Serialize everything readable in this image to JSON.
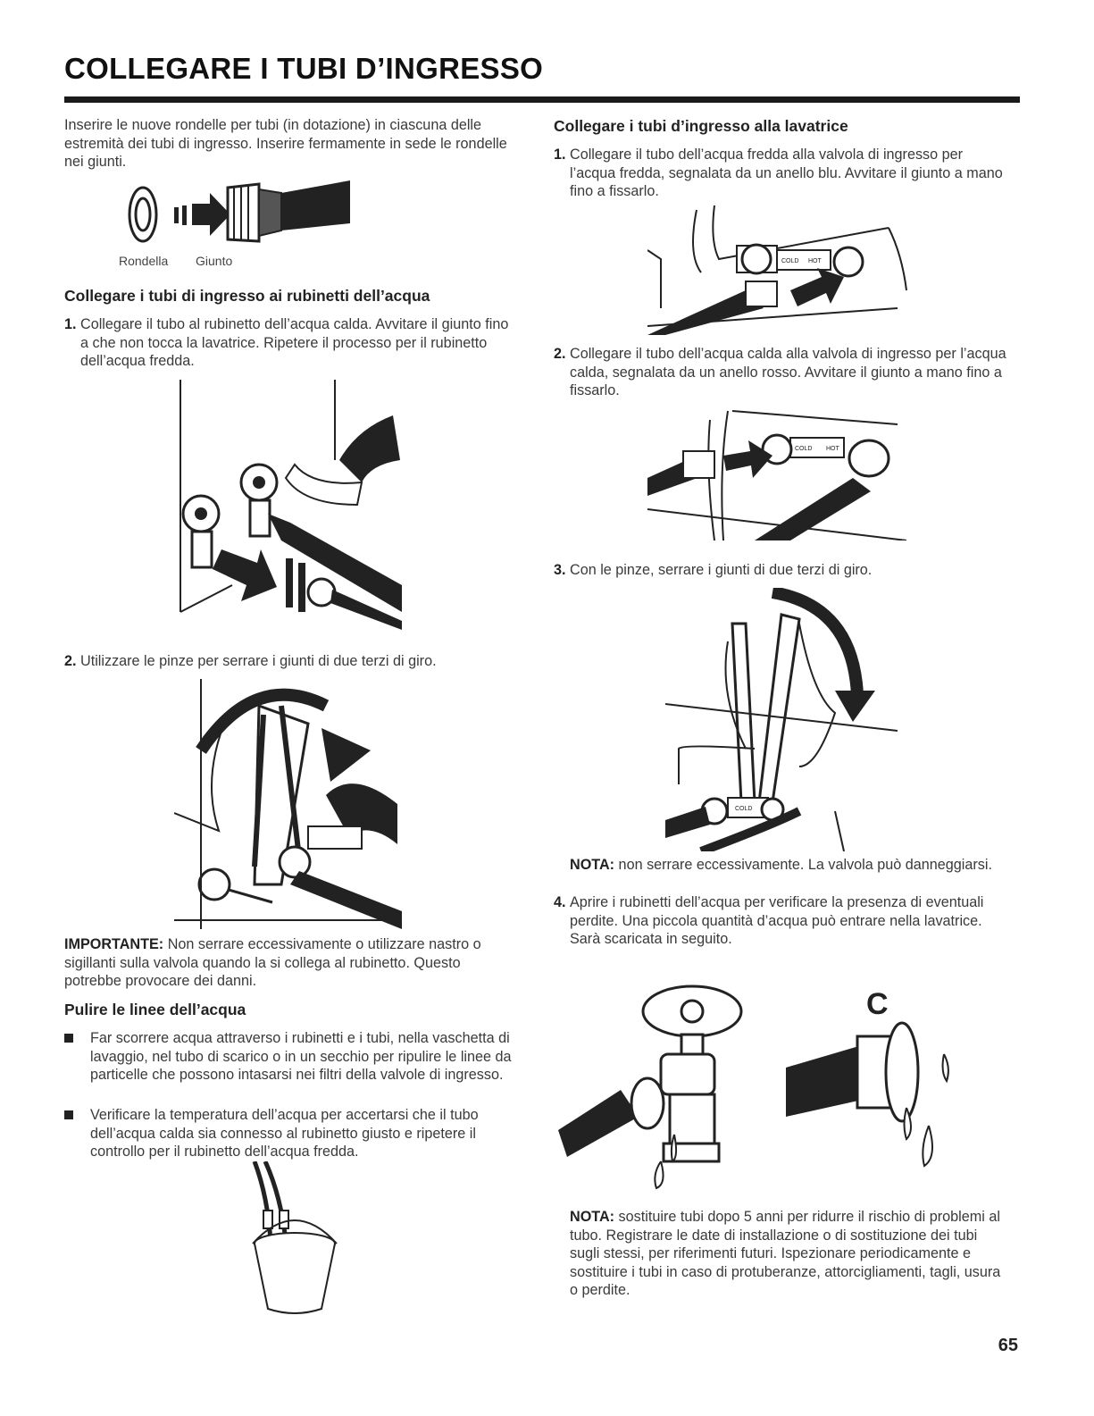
{
  "page": {
    "title": "COLLEGARE I TUBI D’INGRESSO",
    "page_number": "65"
  },
  "left": {
    "intro": "Inserire le nuove rondelle per tubi (in dotazione) in ciascuna delle estremità dei tubi di ingresso. Inserire fermamente in sede le rondelle nei giunti.",
    "fig_labels": {
      "washer": "Rondella",
      "coupling": "Giunto"
    },
    "section1_title": "Collegare i tubi di ingresso ai rubinetti dell’acqua",
    "step1_num": "1.",
    "step1": "Collegare il tubo al rubinetto dell’acqua calda. Avvitare il giunto fino a che non tocca la lavatrice. Ripetere il processo per il rubinetto dell’acqua fredda.",
    "step2_num": "2.",
    "step2": "Utilizzare le pinze per serrare i giunti di due terzi di giro.",
    "important_label": "IMPORTANTE:",
    "important_text": " Non serrare eccessivamente o utilizzare nastro o sigillanti sulla valvola quando la si collega al rubinetto. Questo potrebbe provocare dei danni.",
    "section2_title": "Pulire le linee dell’acqua",
    "bullet1": "Far scorrere acqua attraverso i rubinetti e i tubi, nella vaschetta di lavaggio, nel tubo di scarico o in un secchio per ripulire le linee da particelle che possono intasarsi nei filtri della valvole di ingresso.",
    "bullet2": "Verificare la temperatura dell’acqua per accertarsi che il tubo dell’acqua calda sia connesso al rubinetto giusto e ripetere il controllo per il rubinetto dell’acqua fredda."
  },
  "right": {
    "section_title": "Collegare i tubi d’ingresso alla lavatrice",
    "step1_num": "1.",
    "step1": "Collegare il tubo dell’acqua fredda alla valvola di ingresso per l’acqua fredda, segnalata da un anello blu. Avvitare il giunto a mano fino a fissarlo.",
    "step2_num": "2.",
    "step2": "Collegare il tubo dell’acqua calda alla valvola di ingresso per l’acqua calda, segnalata da un anello rosso. Avvitare il giunto a mano fino a fissarlo.",
    "step3_num": "3.",
    "step3": "Con le pinze, serrare i giunti di due terzi di giro.",
    "note1_label": "NOTA:",
    "note1_text": " non serrare eccessivamente. La valvola può danneggiarsi.",
    "step4_num": "4.",
    "step4": "Aprire i rubinetti dell’acqua per verificare la presenza di eventuali perdite. Una piccola quantità d’acqua può entrare nella lavatrice. Sarà scaricata in seguito.",
    "note2_label": "NOTA:",
    "note2_text": " sostituire tubi dopo 5 anni per ridurre il rischio di problemi al tubo. Registrare le date di installazione o di sostituzione dei tubi sugli stessi, per riferimenti futuri. Ispezionare periodicamente e sostituire i tubi in caso di protuberanze, attorcigliamenti, tagli, usura o perdite.",
    "valve_labels": {
      "cold": "COLD",
      "hot": "HOT"
    },
    "leak_fig_letter": "C"
  }
}
